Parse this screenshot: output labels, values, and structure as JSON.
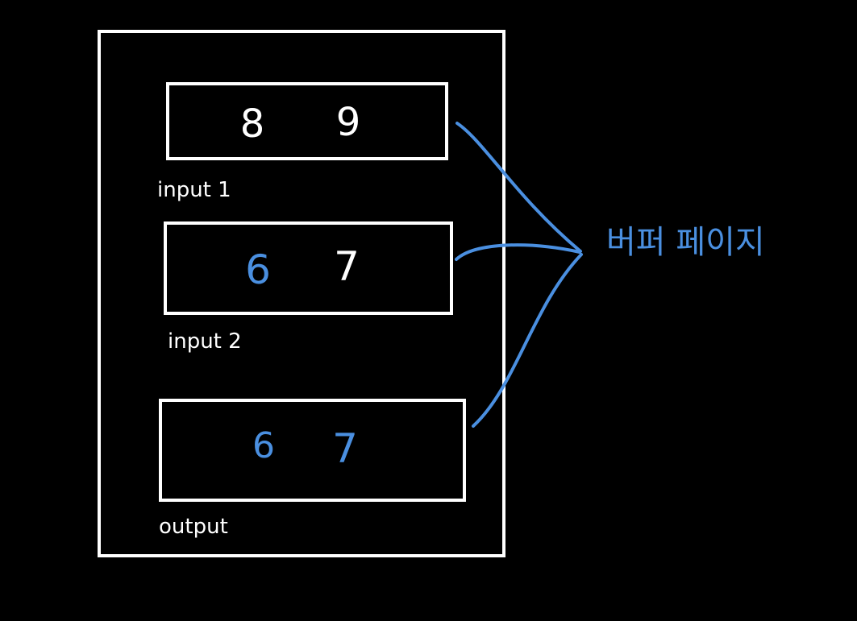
{
  "colors": {
    "background": "#000000",
    "outline": "#ffffff",
    "accent": "#4a8fe0"
  },
  "buffers": [
    {
      "label": "input 1",
      "values": [
        {
          "text": "8",
          "color": "#ffffff"
        },
        {
          "text": "9",
          "color": "#ffffff"
        }
      ]
    },
    {
      "label": "input 2",
      "values": [
        {
          "text": "6",
          "color": "#4a8fe0"
        },
        {
          "text": "7",
          "color": "#ffffff"
        }
      ]
    },
    {
      "label": "output",
      "values": [
        {
          "text": "6",
          "color": "#4a8fe0"
        },
        {
          "text": "7",
          "color": "#4a8fe0"
        }
      ]
    }
  ],
  "annotation": {
    "text": "버퍼 페이지"
  }
}
